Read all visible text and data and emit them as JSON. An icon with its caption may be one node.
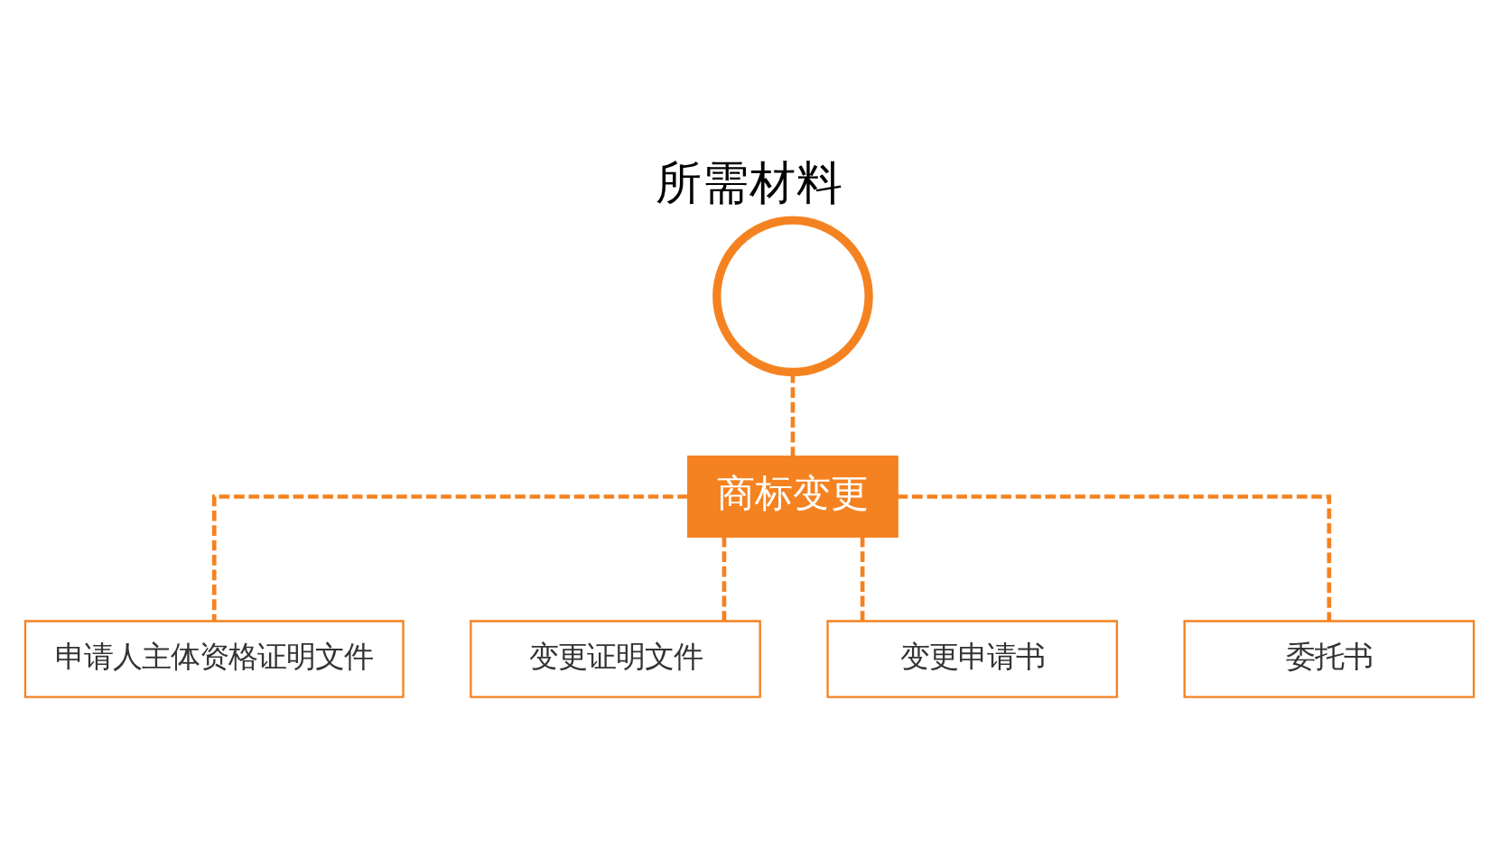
{
  "diagram": {
    "title": "所需材料",
    "nodes": [
      {
        "text": [],
        "shape": "circle"
      },
      {
        "text": [
          "商标变更"
        ]
      },
      {
        "text": [
          "申请人主体资格证明文件"
        ]
      },
      {
        "text": [
          "变更证明文件"
        ]
      },
      {
        "text": [
          "变更申请书"
        ]
      },
      {
        "text": [
          "委托书"
        ]
      }
    ],
    "edges": [
      {
        "from": 0,
        "to": 1,
        "arrow": "none",
        "style": "dashed"
      },
      {
        "from": 1,
        "to": 2,
        "arrow": "none",
        "style": "dashed"
      },
      {
        "from": 1,
        "to": 3,
        "arrow": "none",
        "style": "dashed"
      },
      {
        "from": 1,
        "to": 4,
        "arrow": "none",
        "style": "dashed"
      },
      {
        "from": 1,
        "to": 5,
        "arrow": "none",
        "style": "dashed"
      }
    ]
  }
}
